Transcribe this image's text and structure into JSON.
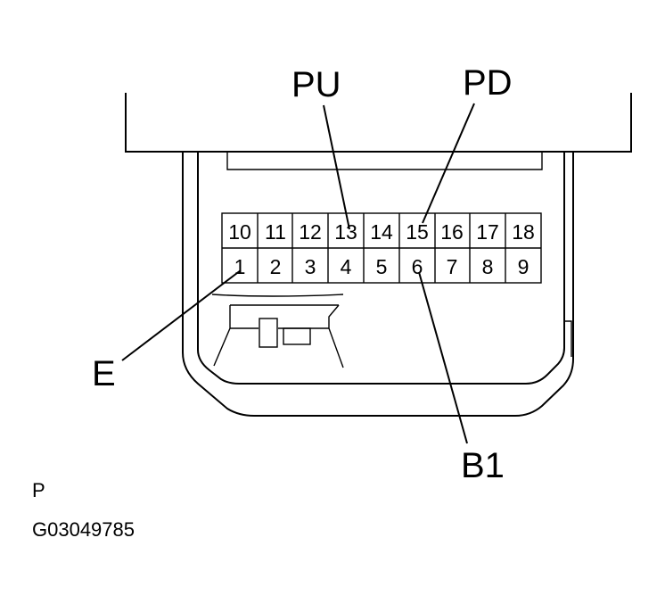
{
  "pins": {
    "top_row": [
      "10",
      "11",
      "12",
      "13",
      "14",
      "15",
      "16",
      "17",
      "18"
    ],
    "bottom_row": [
      "1",
      "2",
      "3",
      "4",
      "5",
      "6",
      "7",
      "8",
      "9"
    ]
  },
  "callouts": {
    "pu": "PU",
    "pd": "PD",
    "e": "E",
    "b1": "B1"
  },
  "corner_label": "P",
  "figure_id": "G03049785"
}
